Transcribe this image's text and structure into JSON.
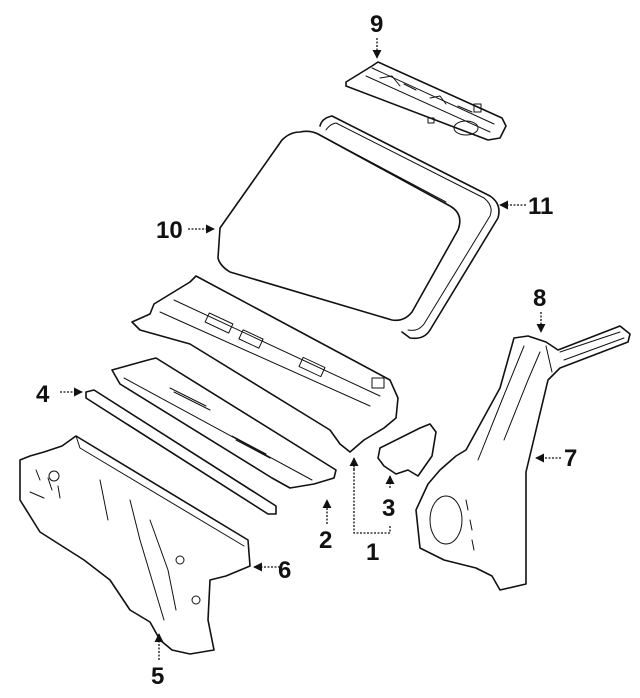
{
  "diagram": {
    "type": "exploded-parts-diagram",
    "subject": "Cowl, windshield and front pillar body components",
    "callouts": [
      {
        "number": "1",
        "part": "cowl-panel-upper"
      },
      {
        "number": "2",
        "part": "cowl-top-panel"
      },
      {
        "number": "3",
        "part": "cowl-side-bracket"
      },
      {
        "number": "4",
        "part": "cowl-reinforcement-strip"
      },
      {
        "number": "5",
        "part": "dash-panel-lower"
      },
      {
        "number": "6",
        "part": "dash-panel"
      },
      {
        "number": "7",
        "part": "front-pillar-hinge-pillar"
      },
      {
        "number": "8",
        "part": "windshield-pillar-top"
      },
      {
        "number": "9",
        "part": "roof-front-header"
      },
      {
        "number": "10",
        "part": "windshield-glass"
      },
      {
        "number": "11",
        "part": "windshield-molding"
      }
    ]
  }
}
